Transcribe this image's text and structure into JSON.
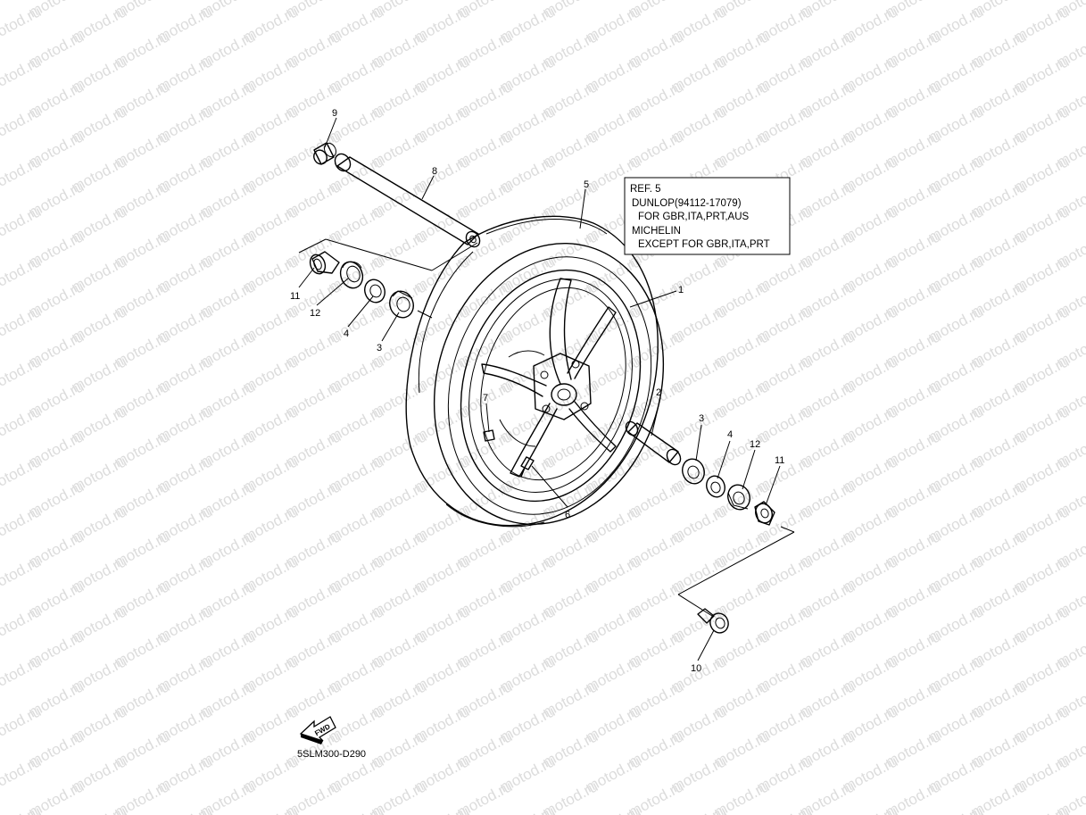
{
  "watermark": "motod.ru",
  "ref_note": {
    "line1": "REF. 5",
    "line2": "DUNLOP(94112-17079)",
    "line3": "FOR GBR,ITA,PRT,AUS",
    "line4": "MICHELIN",
    "line5": "EXCEPT FOR GBR,ITA,PRT"
  },
  "callouts": {
    "p1": "1",
    "p2": "2",
    "p3_left": "3",
    "p3_right": "3",
    "p4_left": "4",
    "p4_right": "4",
    "p5": "5",
    "p6": "6",
    "p7": "7",
    "p8": "8",
    "p9": "9",
    "p10": "10",
    "p11_left": "11",
    "p11_right": "11",
    "p12_left": "12",
    "p12_right": "12"
  },
  "fwd_label": "FWD",
  "drawing_code": "5SLM300-D290"
}
